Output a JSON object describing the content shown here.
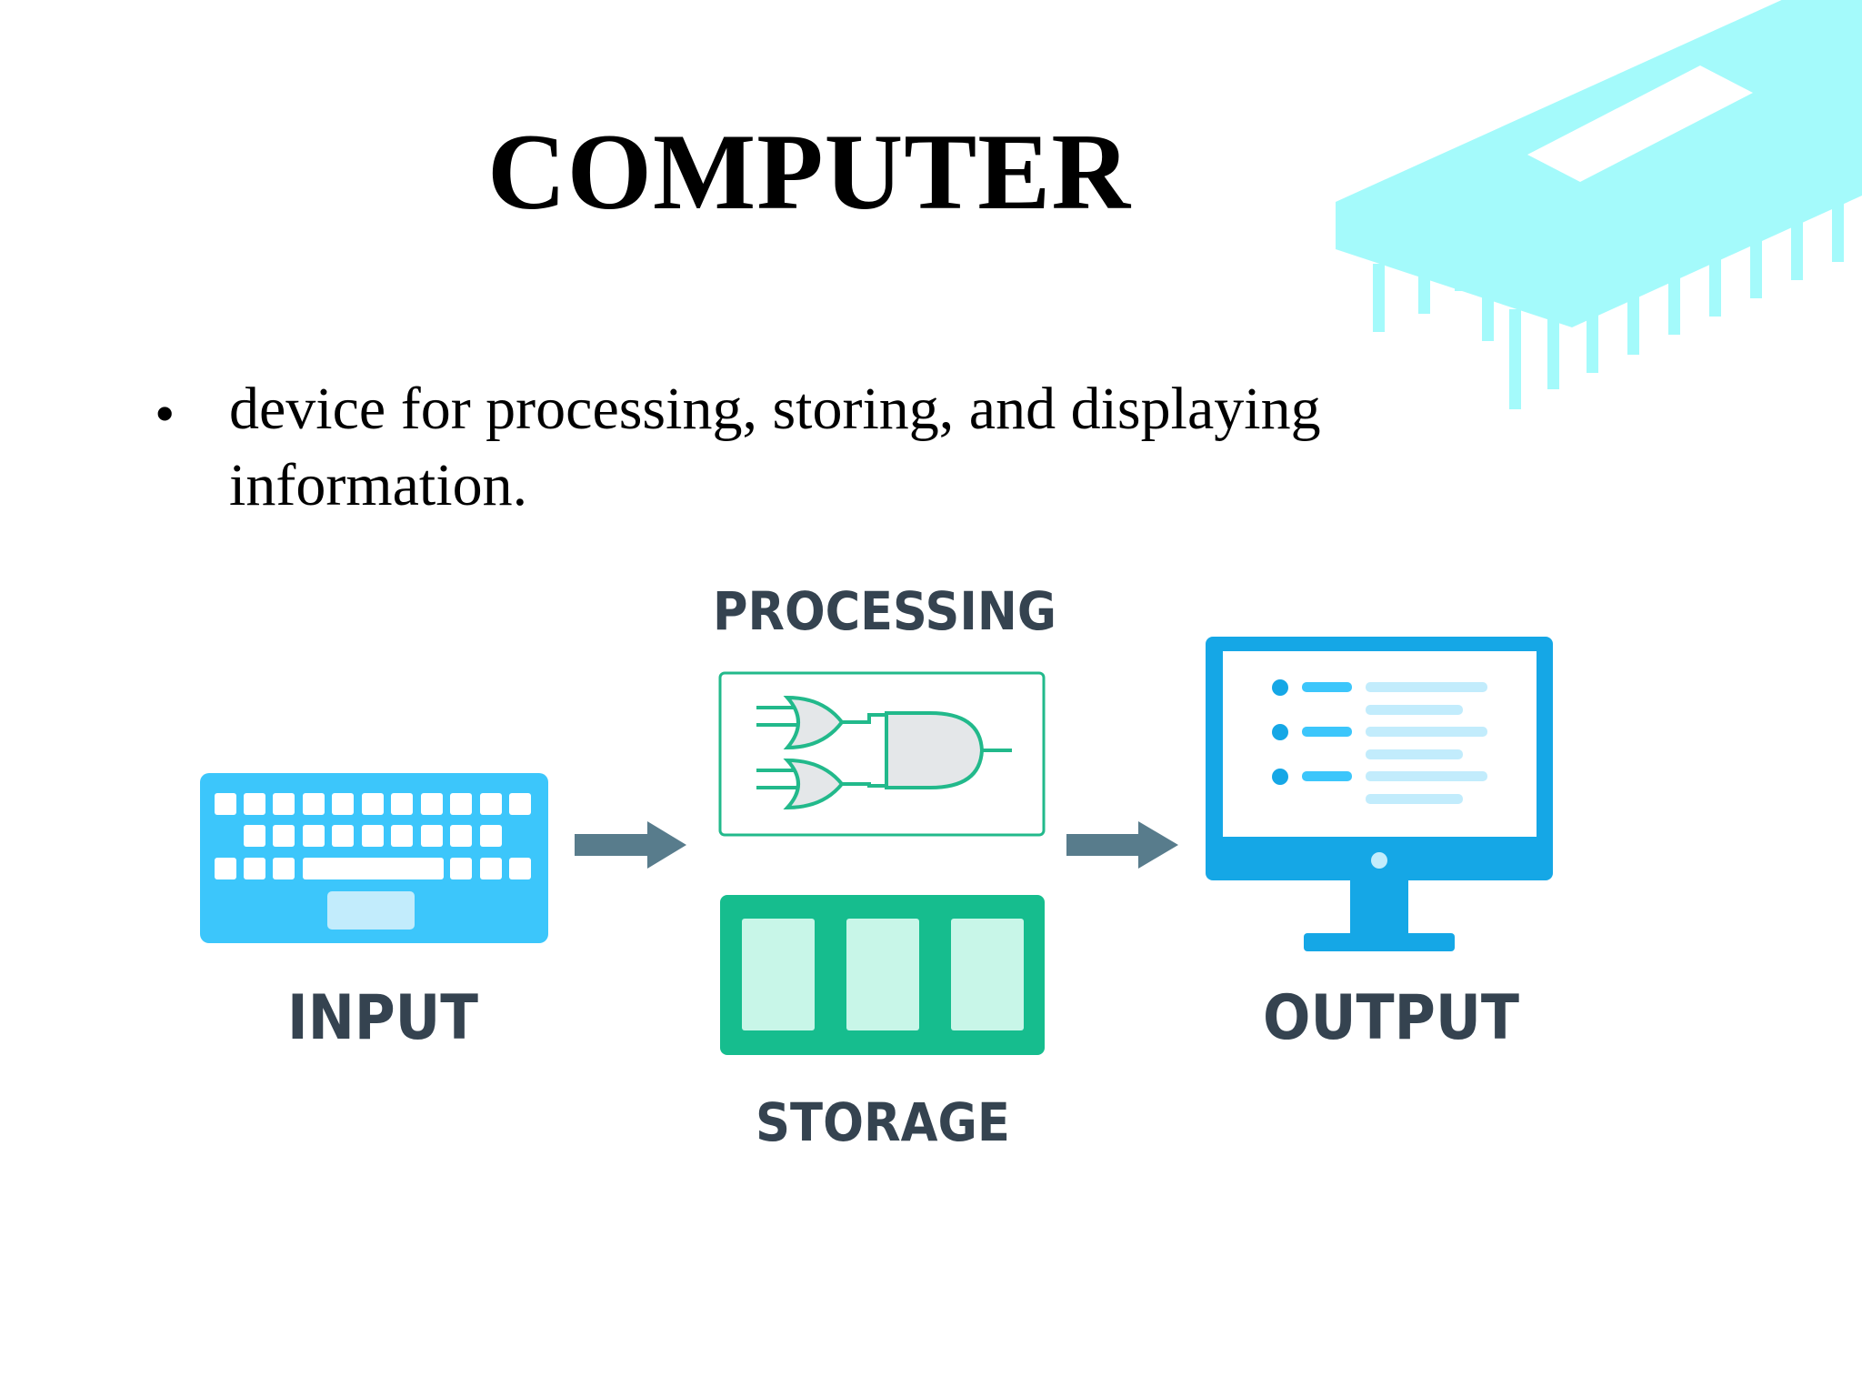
{
  "slide": {
    "title": "COMPUTER",
    "bullets": [
      "device for processing, storing, and displaying information."
    ]
  },
  "diagram": {
    "labels": {
      "processing": "PROCESSING",
      "input": "INPUT",
      "output": "OUTPUT",
      "storage": "STORAGE"
    },
    "icons": [
      "keyboard-icon",
      "logic-gates-icon",
      "memory-icon",
      "monitor-icon",
      "arrow-right-icon",
      "chip-icon"
    ]
  },
  "colors": {
    "chip": "#a4fafb",
    "keyboard": "#3cc6fb",
    "monitor": "#15a7e6",
    "gates": "#22b98b",
    "storage": "#16bd8e",
    "arrow": "#587c8c",
    "label": "#354350"
  }
}
